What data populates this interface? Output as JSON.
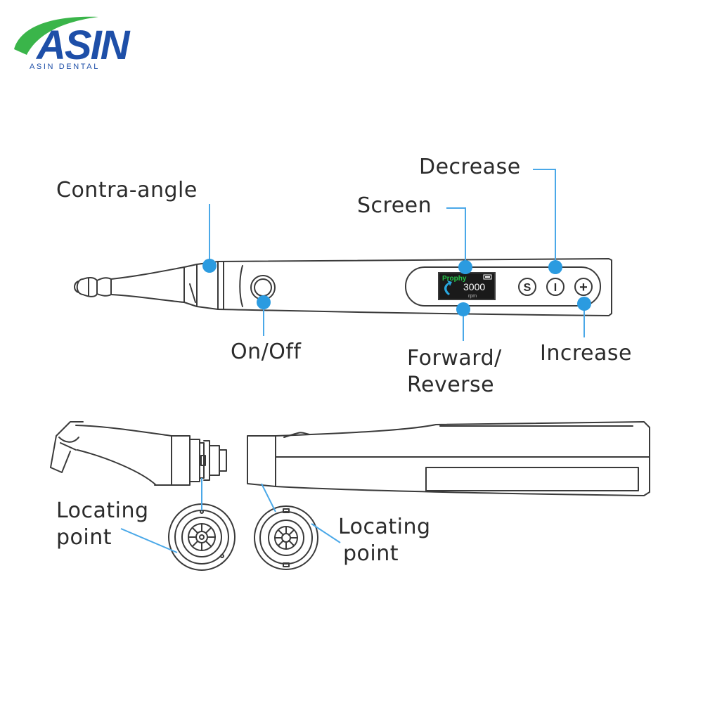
{
  "brand": {
    "logo_text": "ASIN",
    "subtitle": "ASIN DENTAL",
    "colors": {
      "swoosh": "#3ab54a",
      "text": "#1e4fa8"
    }
  },
  "labels": {
    "contra_angle": "Contra-angle",
    "screen": "Screen",
    "decrease": "Decrease",
    "on_off": "On/Off",
    "forward_reverse_line1": "Forward/",
    "forward_reverse_line2": "Reverse",
    "increase": "Increase",
    "locating_left_line1": "Locating",
    "locating_left_line2": "point",
    "locating_right_line1": "Locating",
    "locating_right_line2": "point"
  },
  "device_screen": {
    "mode": "Prophy",
    "speed": "3000",
    "unit": "rpm"
  },
  "buttons": {
    "set": "S",
    "decrease_symbol": "I",
    "increase_symbol": "+"
  },
  "colors": {
    "callout_dot": "#2b9be0",
    "callout_line": "#4aa8e8",
    "outline": "#3a3a3a",
    "screen_bg": "#1a1a1a",
    "screen_mode": "#27c64a",
    "screen_arrow": "#29a8e0"
  }
}
